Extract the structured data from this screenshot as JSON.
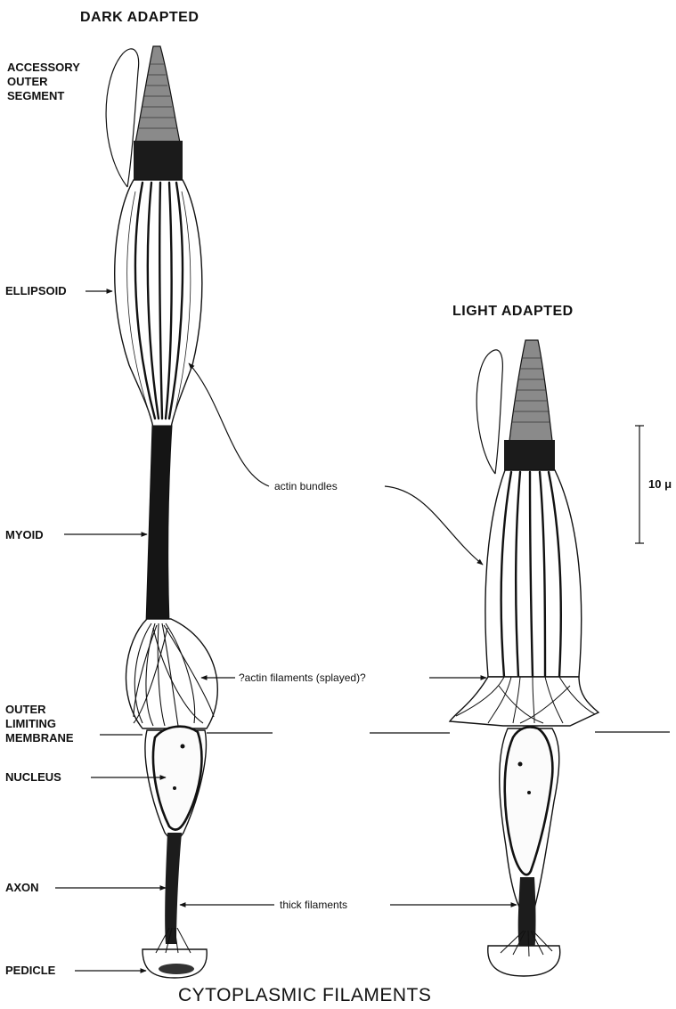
{
  "headings": {
    "dark": "DARK ADAPTED",
    "light": "LIGHT ADAPTED",
    "title": "CYTOPLASMIC FILAMENTS"
  },
  "labels": {
    "accessory_outer_segment": [
      "ACCESSORY",
      "OUTER",
      "SEGMENT"
    ],
    "ellipsoid": "ELLIPSOID",
    "myoid": "MYOID",
    "outer_limiting_membrane": [
      "OUTER",
      "LIMITING",
      "MEMBRANE"
    ],
    "nucleus": "NUCLEUS",
    "axon": "AXON",
    "pedicle": "PEDICLE"
  },
  "annotations": {
    "actin_bundles": "actin bundles",
    "actin_filaments": "?actin filaments (splayed)?",
    "thick_filaments": "thick filaments"
  },
  "scale_bar": {
    "label": "10 μ"
  }
}
